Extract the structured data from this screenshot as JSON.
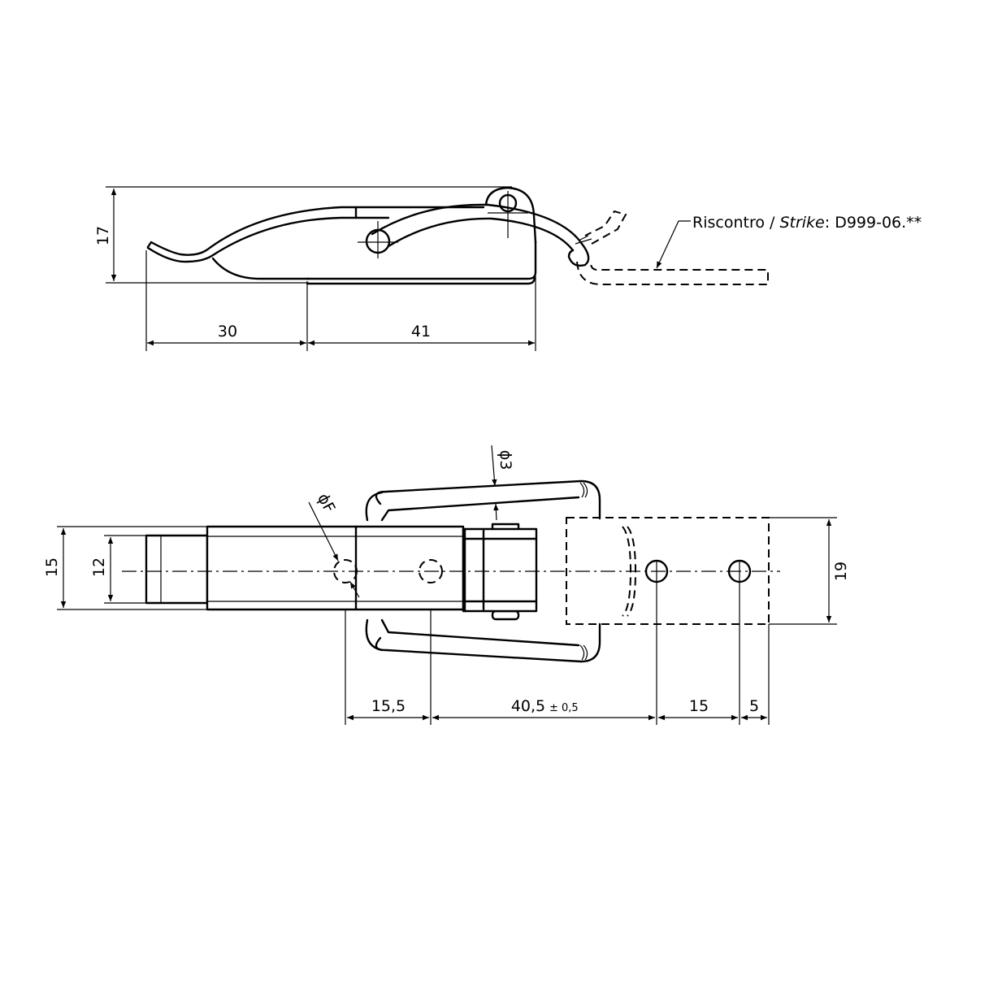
{
  "top_view": {
    "dim_height": "17",
    "dim_left": "30",
    "dim_right": "41",
    "strike_label_prefix": "Riscontro / ",
    "strike_label_italic": "Strike",
    "strike_label_suffix": ": D999-06.**"
  },
  "bottom_view": {
    "dim_outer_width": "15",
    "dim_inner_width": "12",
    "dim_hole_f": "ϕF",
    "dim_wire": "ϕ3",
    "dim_strike_width": "19",
    "dim_a": "15,5",
    "dim_b": "40,5",
    "dim_b_tol": "± 0,5",
    "dim_c": "15",
    "dim_d": "5"
  }
}
